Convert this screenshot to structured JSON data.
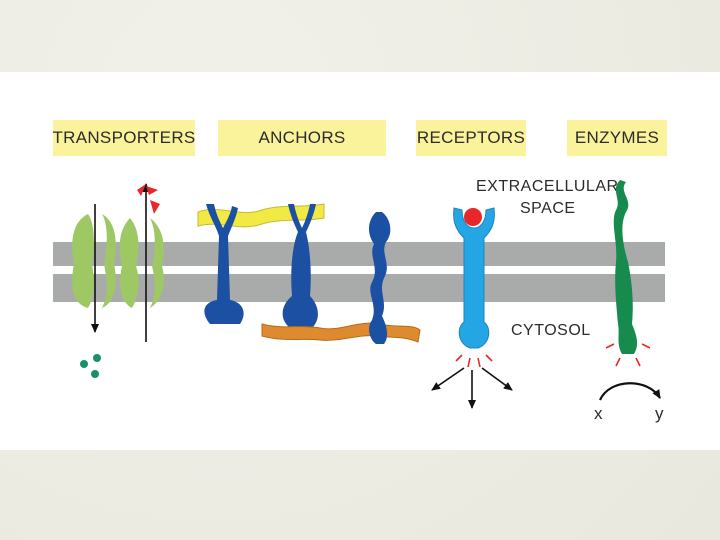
{
  "labels": {
    "transporters": "TRANSPORTERS",
    "anchors": "ANCHORS",
    "receptors": "RECEPTORS",
    "enzymes": "ENZYMES"
  },
  "regions": {
    "extracellular_line1": "EXTRACELLULAR",
    "extracellular_line2": "SPACE",
    "cytosol": "CYTOSOL"
  },
  "reaction": {
    "substrate": "x",
    "product": "y"
  },
  "colors": {
    "label_bg": "#fbf39b",
    "membrane": "#a9abab",
    "transporter": "#9dc864",
    "anchor_protein": "#1c50a3",
    "receptor": "#24a6e5",
    "enzyme": "#178a4e",
    "ligand": "#e8272b",
    "anchor_top_fiber": "#f1ea46",
    "anchor_bottom_fiber": "#de8a2e",
    "transported_particles": "#18906a"
  },
  "icons": {
    "transporter_in": "triangle-particles-icon",
    "transporter_out": "dot-particles-icon",
    "signal_burst": "burst-icon"
  }
}
